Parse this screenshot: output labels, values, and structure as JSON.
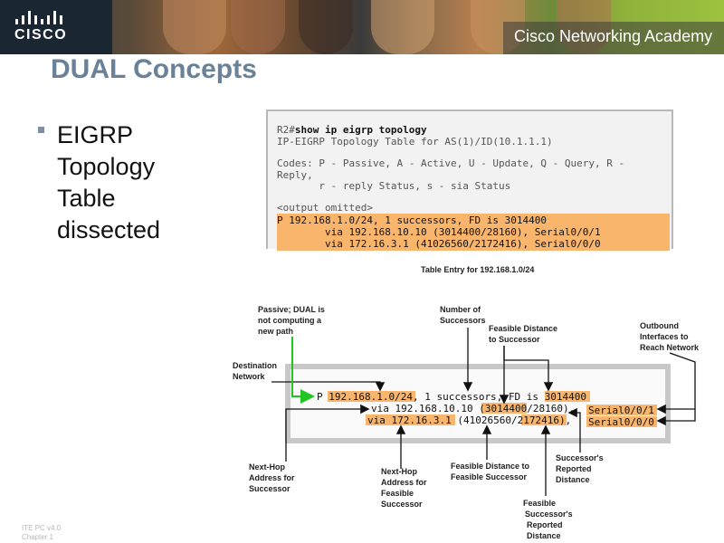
{
  "header": {
    "logo_text": "CISCO",
    "academy": "Cisco Networking Academy",
    "colors": {
      "dark": "#1b2633",
      "title": "#6a8298",
      "highlight": "#f9b56b",
      "arrow": "#22c422"
    }
  },
  "slide": {
    "title": "DUAL Concepts",
    "bullet": "EIGRP Topology Table dissected"
  },
  "terminal": {
    "prompt": "R2#",
    "command": "show ip eigrp topology",
    "lines": [
      "IP-EIGRP Topology Table for AS(1)/ID(10.1.1.1)",
      "",
      "Codes: P - Passive, A - Active, U - Update, Q - Query, R -",
      "Reply,",
      "       r - reply Status, s - sia Status",
      "",
      "<output omitted>"
    ],
    "highlighted": [
      "P 192.168.1.0/24, 1 successors, FD is 3014400",
      "        via 192.168.10.10 (3014400/28160), Serial0/0/1",
      "        via 172.16.3.1 (41026560/2172416), Serial0/0/0"
    ]
  },
  "diagram": {
    "title": "Table Entry for 192.168.1.0/24",
    "entry": {
      "code": "P",
      "network": "192.168.1.0/24",
      "sep1": ", 1 successors, ",
      "fd_label": "FD is",
      "fd_value": "3014400",
      "via1_prefix": "via 192.168.10.10 (",
      "via1_fd": "3014400",
      "via1_rest": "/28160),",
      "via2_nh": "via 172.16.3.1",
      "via2_open": "(41026560/",
      "via2_rd": "2172416",
      "via2_close": "),",
      "int1": "Serial0/0/1",
      "int2": "Serial0/0/0"
    },
    "labels": {
      "passive": [
        "Passive; DUAL is",
        "not computing a",
        "new path"
      ],
      "dest": [
        "Destination",
        "Network"
      ],
      "num_succ": [
        "Number of",
        "Successors"
      ],
      "fd_succ": [
        "Feasible Distance",
        "to Successor"
      ],
      "outbound": [
        "Outbound",
        "Interfaces to",
        "Reach Network"
      ],
      "nh_succ": [
        "Next-Hop",
        "Address for",
        "Successor"
      ],
      "nh_fs": [
        "Next-Hop",
        "Address for",
        "Feasible",
        "Successor"
      ],
      "fd_fs": [
        "Feasible Distance to",
        "Feasible Successor"
      ],
      "succ_rd": [
        "Successor's",
        "Reported",
        "Distance"
      ],
      "fs_rd": [
        "Feasible",
        "Successor's",
        "Reported",
        "Distance"
      ]
    }
  },
  "footer": {
    "line1": "ITE PC v4.0",
    "line2": "Chapter 1"
  }
}
